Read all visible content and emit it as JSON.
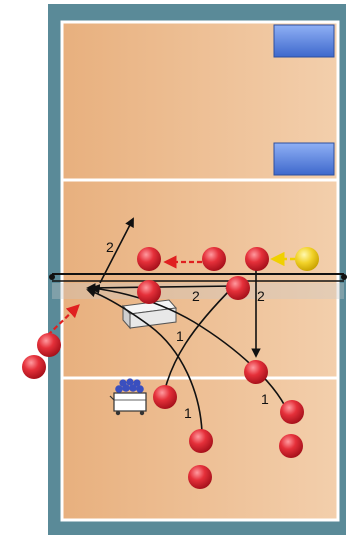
{
  "colors": {
    "frame": "#5a8a98",
    "court": "#e9b98f",
    "lines": "#ffffff",
    "player_red": "#e5303a",
    "player_yellow": "#f2d229",
    "target_blue": "#5b86e0",
    "path": "#111111",
    "pass_red": "#e02020",
    "pass_yellow": "#f0d000"
  },
  "icons": {
    "target_zone": "blue-target-rectangle-icon",
    "player": "red-player-circle-icon",
    "setter_player": "yellow-player-circle-icon",
    "box": "plyo-box-icon",
    "ball_cart": "ball-cart-icon",
    "net": "net-icon"
  },
  "labels": {
    "step_2_left": "2",
    "step_2_mid": "2",
    "step_2_right": "2",
    "step_1_center": "1",
    "step_1_lower": "1",
    "step_1_right": "1"
  }
}
